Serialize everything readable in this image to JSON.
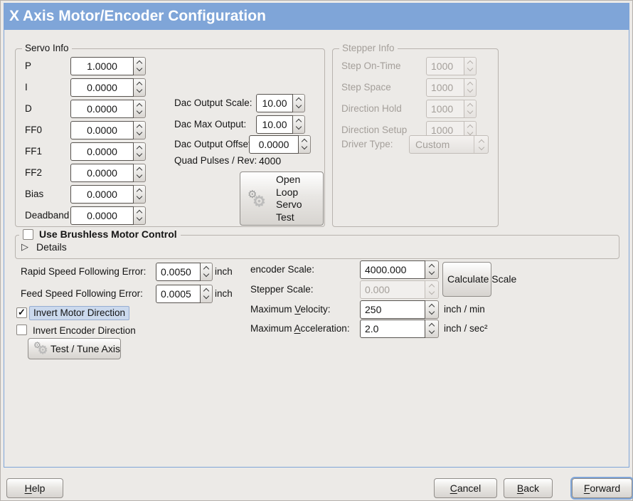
{
  "window": {
    "title": "X Axis Motor/Encoder Configuration"
  },
  "colors": {
    "titlebar_blue": "#7FA5D8",
    "background": "#ECEAE7",
    "frame_border": "#B8B3AE",
    "focus_highlight_bg": "#CBD9ED",
    "disabled_text": "#A49F9A"
  },
  "icons": {
    "gear": "⚙",
    "expander": "▷",
    "check": "✓"
  },
  "servo_info": {
    "title": "Servo Info",
    "rows": [
      {
        "label": "P",
        "value": "1.0000"
      },
      {
        "label": "I",
        "value": "0.0000"
      },
      {
        "label": "D",
        "value": "0.0000"
      },
      {
        "label": "FF0",
        "value": "0.0000"
      },
      {
        "label": "FF1",
        "value": "0.0000"
      },
      {
        "label": "FF2",
        "value": "0.0000"
      },
      {
        "label": "Bias",
        "value": "0.0000"
      },
      {
        "label": "Deadband",
        "value": "0.0000"
      }
    ]
  },
  "dac": {
    "scale_label": "Dac Output Scale:",
    "scale_value": "10.00",
    "max_label": "Dac Max Output:",
    "max_value": "10.00",
    "offset_label": "Dac Output Offset:",
    "offset_value": "0.0000",
    "quad_label": "Quad Pulses / Rev:",
    "quad_value": "4000"
  },
  "open_loop_button": {
    "line1": "Open",
    "line2": "Loop",
    "line3": "Servo",
    "line4": "Test"
  },
  "stepper_info": {
    "title": "Stepper Info",
    "rows": [
      {
        "label": "Step On-Time",
        "value": "1000"
      },
      {
        "label": "Step Space",
        "value": "1000"
      },
      {
        "label": "Direction Hold",
        "value": "1000"
      },
      {
        "label": "Direction Setup",
        "value": "1000"
      }
    ],
    "driver_type_label": "Driver Type:",
    "driver_type_value": "Custom"
  },
  "brushless": {
    "checkbox_label": "Use Brushless Motor Control",
    "details_label": "Details"
  },
  "following_error": {
    "rapid_label": "Rapid Speed Following Error:",
    "rapid_value": "0.0050",
    "rapid_unit": "inch",
    "feed_label": "Feed Speed Following Error:",
    "feed_value": "0.0005",
    "feed_unit": "inch"
  },
  "scaling": {
    "encoder_label": "encoder Scale:",
    "encoder_value": "4000.000",
    "calculate_button_label": "Calculate Scale",
    "stepper_label": "Stepper Scale:",
    "stepper_value": "0.000",
    "velocity_label_pre": "Maximum ",
    "velocity_label_key": "V",
    "velocity_label_post": "elocity:",
    "velocity_value": "250",
    "velocity_unit": "inch / min",
    "accel_label_pre": "Maximum ",
    "accel_label_key": "A",
    "accel_label_post": "cceleration:",
    "accel_value": "2.0",
    "accel_unit": "inch / sec²"
  },
  "direction": {
    "invert_motor_label": "Invert Motor Direction",
    "invert_encoder_label": "Invert Encoder Direction",
    "test_tune_label": "Test / Tune Axis"
  },
  "actions": {
    "help_key": "H",
    "help_post": "elp",
    "cancel_key": "C",
    "cancel_post": "ancel",
    "back_key": "B",
    "back_post": "ack",
    "forward_key": "F",
    "forward_post": "orward"
  }
}
